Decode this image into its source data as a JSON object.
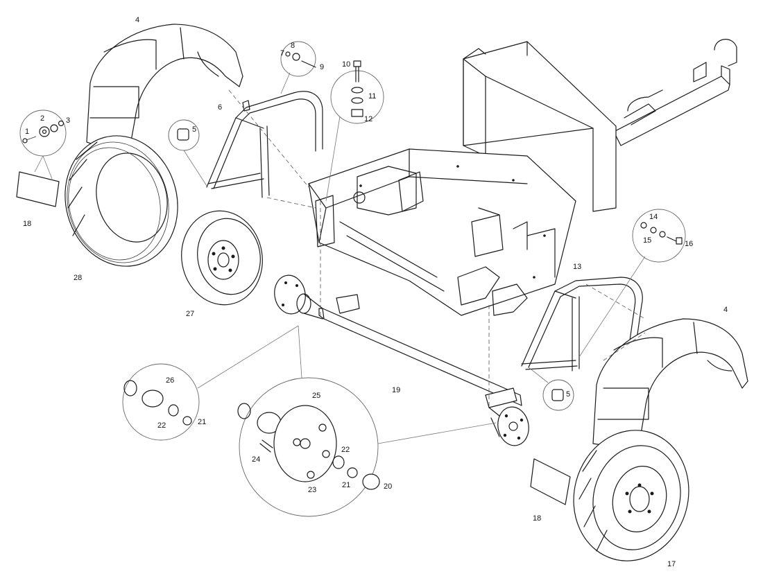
{
  "labels": {
    "p1": "1",
    "p2": "2",
    "p3": "3",
    "p4a": "4",
    "p4b": "4",
    "p5a": "5",
    "p5b": "5",
    "p6": "6",
    "p7": "7",
    "p8": "8",
    "p9": "9",
    "p10": "10",
    "p11": "11",
    "p12": "12",
    "p13": "13",
    "p14": "14",
    "p15": "15",
    "p16": "16",
    "p17": "17",
    "p18a": "18",
    "p18b": "18",
    "p19": "19",
    "p20": "20",
    "p21a": "21",
    "p21b": "21",
    "p22a": "22",
    "p22b": "22",
    "p23": "23",
    "p24": "24",
    "p25": "25",
    "p26": "26",
    "p27": "27",
    "p28": "28"
  }
}
